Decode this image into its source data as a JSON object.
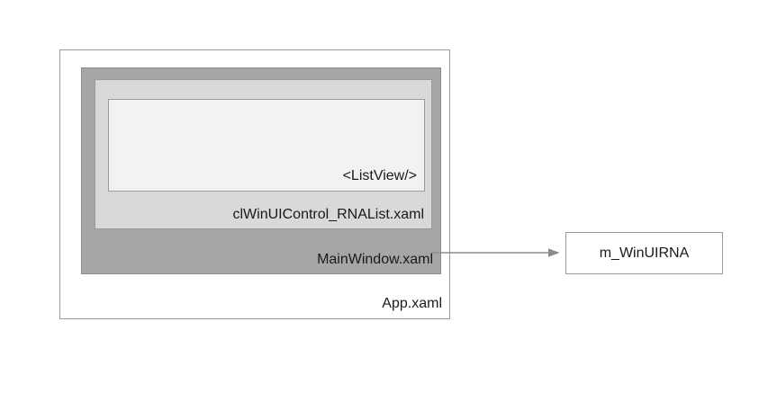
{
  "diagram": {
    "type": "nested-boxes-with-arrow",
    "boxes": {
      "app": {
        "label": "App.xaml",
        "fill": "#ffffff",
        "border": "#9a9a9a"
      },
      "mainwindow": {
        "label": "MainWindow.xaml",
        "fill": "#a6a6a6",
        "border": "#8c8c8c"
      },
      "rnalist": {
        "label": "clWinUIControl_RNAList.xaml",
        "fill": "#d9d9d9",
        "border": "#9a9a9a"
      },
      "listview": {
        "label": "<ListView/>",
        "fill": "#f2f2f2",
        "border": "#9a9a9a"
      },
      "winuirna": {
        "label": "m_WinUIRNA",
        "fill": "#ffffff",
        "border": "#9a9a9a"
      }
    },
    "connector": {
      "name": "mainwindow-to-winuirna-arrow",
      "color": "#8c8c8c",
      "from": "MainWindow.xaml",
      "to": "m_WinUIRNA"
    }
  }
}
